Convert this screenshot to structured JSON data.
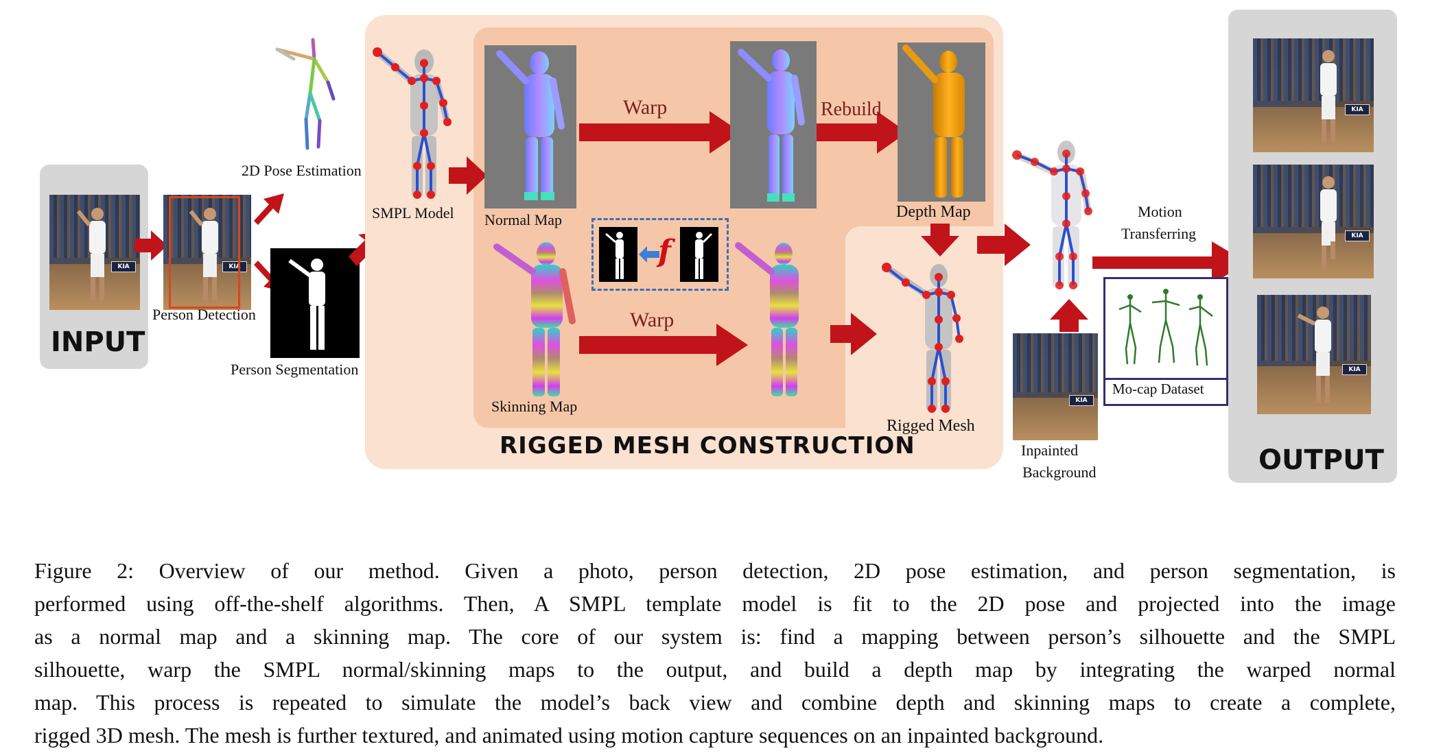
{
  "labels": {
    "input": "INPUT",
    "person_detection": "Person Detection",
    "pose_estimation": "2D Pose Estimation",
    "person_segmentation": "Person Segmentation",
    "smpl_model": "SMPL Model",
    "normal_map": "Normal Map",
    "warp_top": "Warp",
    "rebuild": "Rebuild",
    "depth_map": "Depth Map",
    "f_symbol": "f",
    "skinning_map": "Skinning Map",
    "warp_bottom": "Warp",
    "rigged_mesh_construction": "RIGGED MESH CONSTRUCTION",
    "rigged_mesh": "Rigged Mesh",
    "motion_transferring_line1": "Motion",
    "motion_transferring_line2": "Transferring",
    "mocap_dataset": "Mo-cap Dataset",
    "inpainted_line1": "Inpainted",
    "inpainted_line2": "Background",
    "output": "OUTPUT",
    "kia": "KIA"
  },
  "caption": {
    "lines": [
      "Figure 2:  Overview of our method.  Given a photo, person detection, 2D pose estimation, and person segmentation, is",
      "performed using off-the-shelf algorithms. Then, A SMPL template model is fit to the 2D pose and projected into the image",
      "as a normal map and a skinning map. The core of our system is: find a mapping between person’s silhouette and the SMPL",
      "silhouette, warp the SMPL normal/skinning maps to the output, and build a depth map by integrating the warped normal",
      "map. This process is repeated to simulate the model’s back view and combine depth and skinning maps to create a complete,",
      "rigged 3D mesh. The mesh is further textured, and animated using motion capture sequences on an inpainted background."
    ]
  },
  "colors": {
    "arrow_red": "#c0141a",
    "panel_peach": "#fbe1d0",
    "panel_inner": "#f5c7a8",
    "panel_grey": "#d6d6d6",
    "skeleton_blue": "#2a4fd0",
    "joint_red": "#e02020",
    "detection_box": "#d9461c",
    "dashed_blue": "#3b6fb5",
    "mocap_border": "#3a2c6b",
    "mocap_figure": "#2d7a2d"
  }
}
